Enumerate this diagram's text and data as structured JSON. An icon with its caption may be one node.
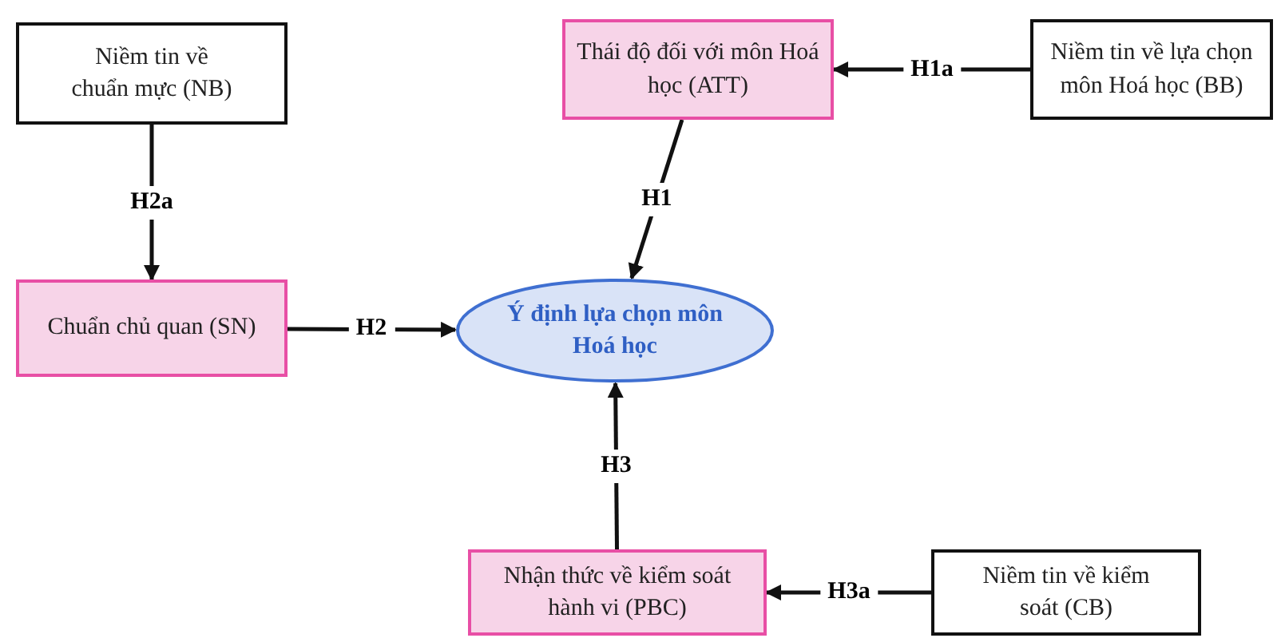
{
  "diagram": {
    "nodes": [
      {
        "text": [
          "Niềm tin về chuẩn mực (NB)"
        ]
      },
      {
        "text": [
          "Thái độ đối với môn Hoá học (ATT)"
        ]
      },
      {
        "text": [
          "Niềm tin về lựa chọn môn Hoá học (BB)"
        ]
      },
      {
        "text": [
          "Chuẩn chủ quan (SN)"
        ]
      },
      {
        "text": [
          "Ý định lựa chọn môn Hoá học"
        ]
      },
      {
        "text": [
          "Nhận thức về kiểm soát hành vi (PBC)"
        ]
      },
      {
        "text": [
          "Niềm tin về kiểm soát (CB)"
        ]
      }
    ],
    "edges": [
      {
        "from": 0,
        "to": 3,
        "arrow": "to",
        "label": "H2a"
      },
      {
        "from": 2,
        "to": 1,
        "arrow": "to",
        "label": "H1a"
      },
      {
        "from": 1,
        "to": 4,
        "arrow": "to",
        "label": "H1"
      },
      {
        "from": 3,
        "to": 4,
        "arrow": "to",
        "label": "H2"
      },
      {
        "from": 5,
        "to": 4,
        "arrow": "to",
        "label": "H3"
      },
      {
        "from": 6,
        "to": 5,
        "arrow": "to",
        "label": "H3a"
      }
    ]
  }
}
